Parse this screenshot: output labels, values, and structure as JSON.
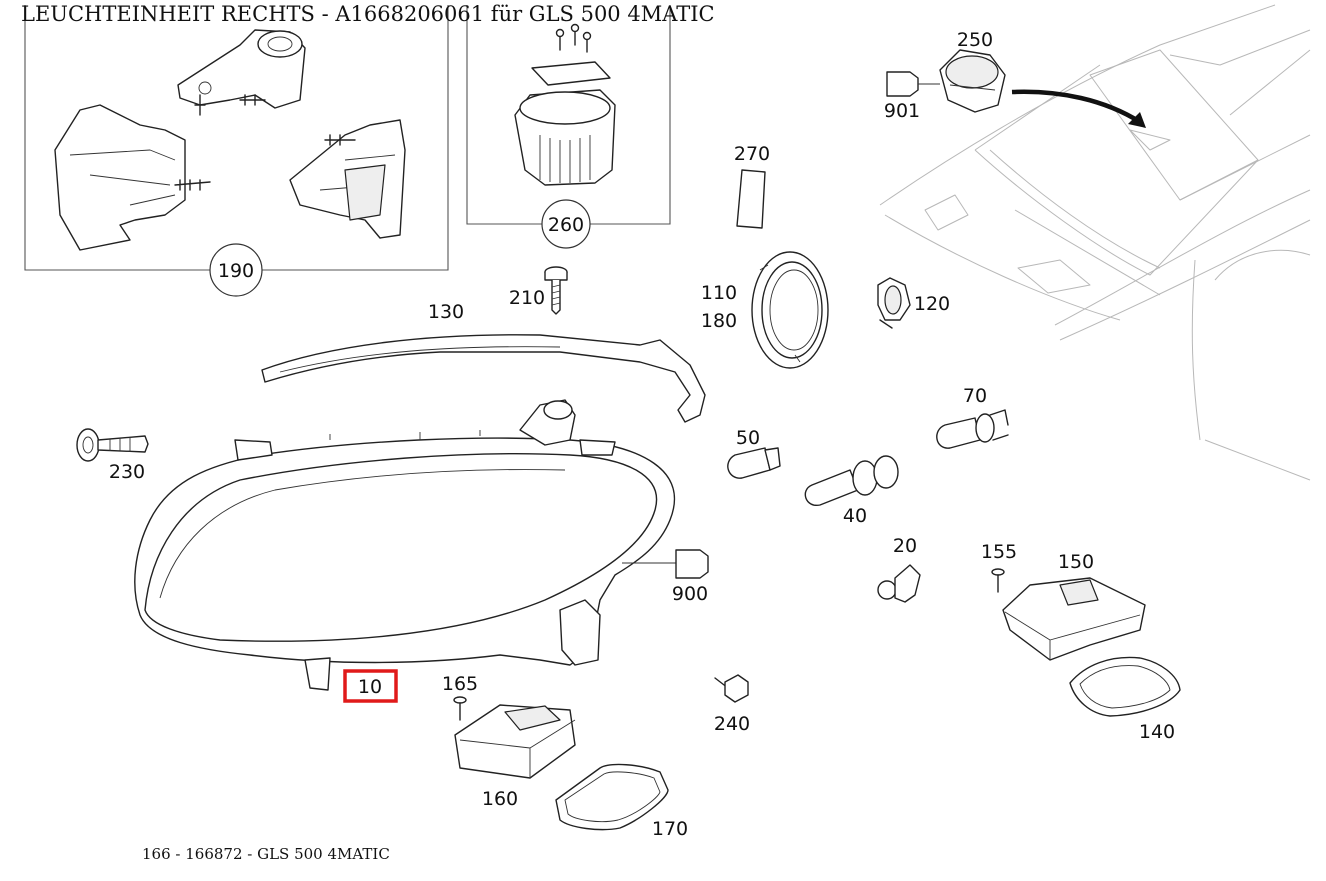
{
  "title": "LEUCHTEINHEIT RECHTS - A1668206061 für GLS 500 4MATIC",
  "footer": "166 - 166872 - GLS 500 4MATIC",
  "highlight_color": "#e01a1a",
  "highlighted_part": "10",
  "parts": {
    "p10": "10",
    "p20": "20",
    "p40": "40",
    "p50": "50",
    "p70": "70",
    "p110": "110",
    "p120": "120",
    "p130": "130",
    "p140": "140",
    "p150": "150",
    "p155": "155",
    "p160": "160",
    "p165": "165",
    "p170": "170",
    "p180": "180",
    "p190": "190",
    "p210": "210",
    "p230": "230",
    "p240": "240",
    "p250": "250",
    "p260": "260",
    "p270": "270",
    "p900": "900",
    "p901": "901"
  }
}
